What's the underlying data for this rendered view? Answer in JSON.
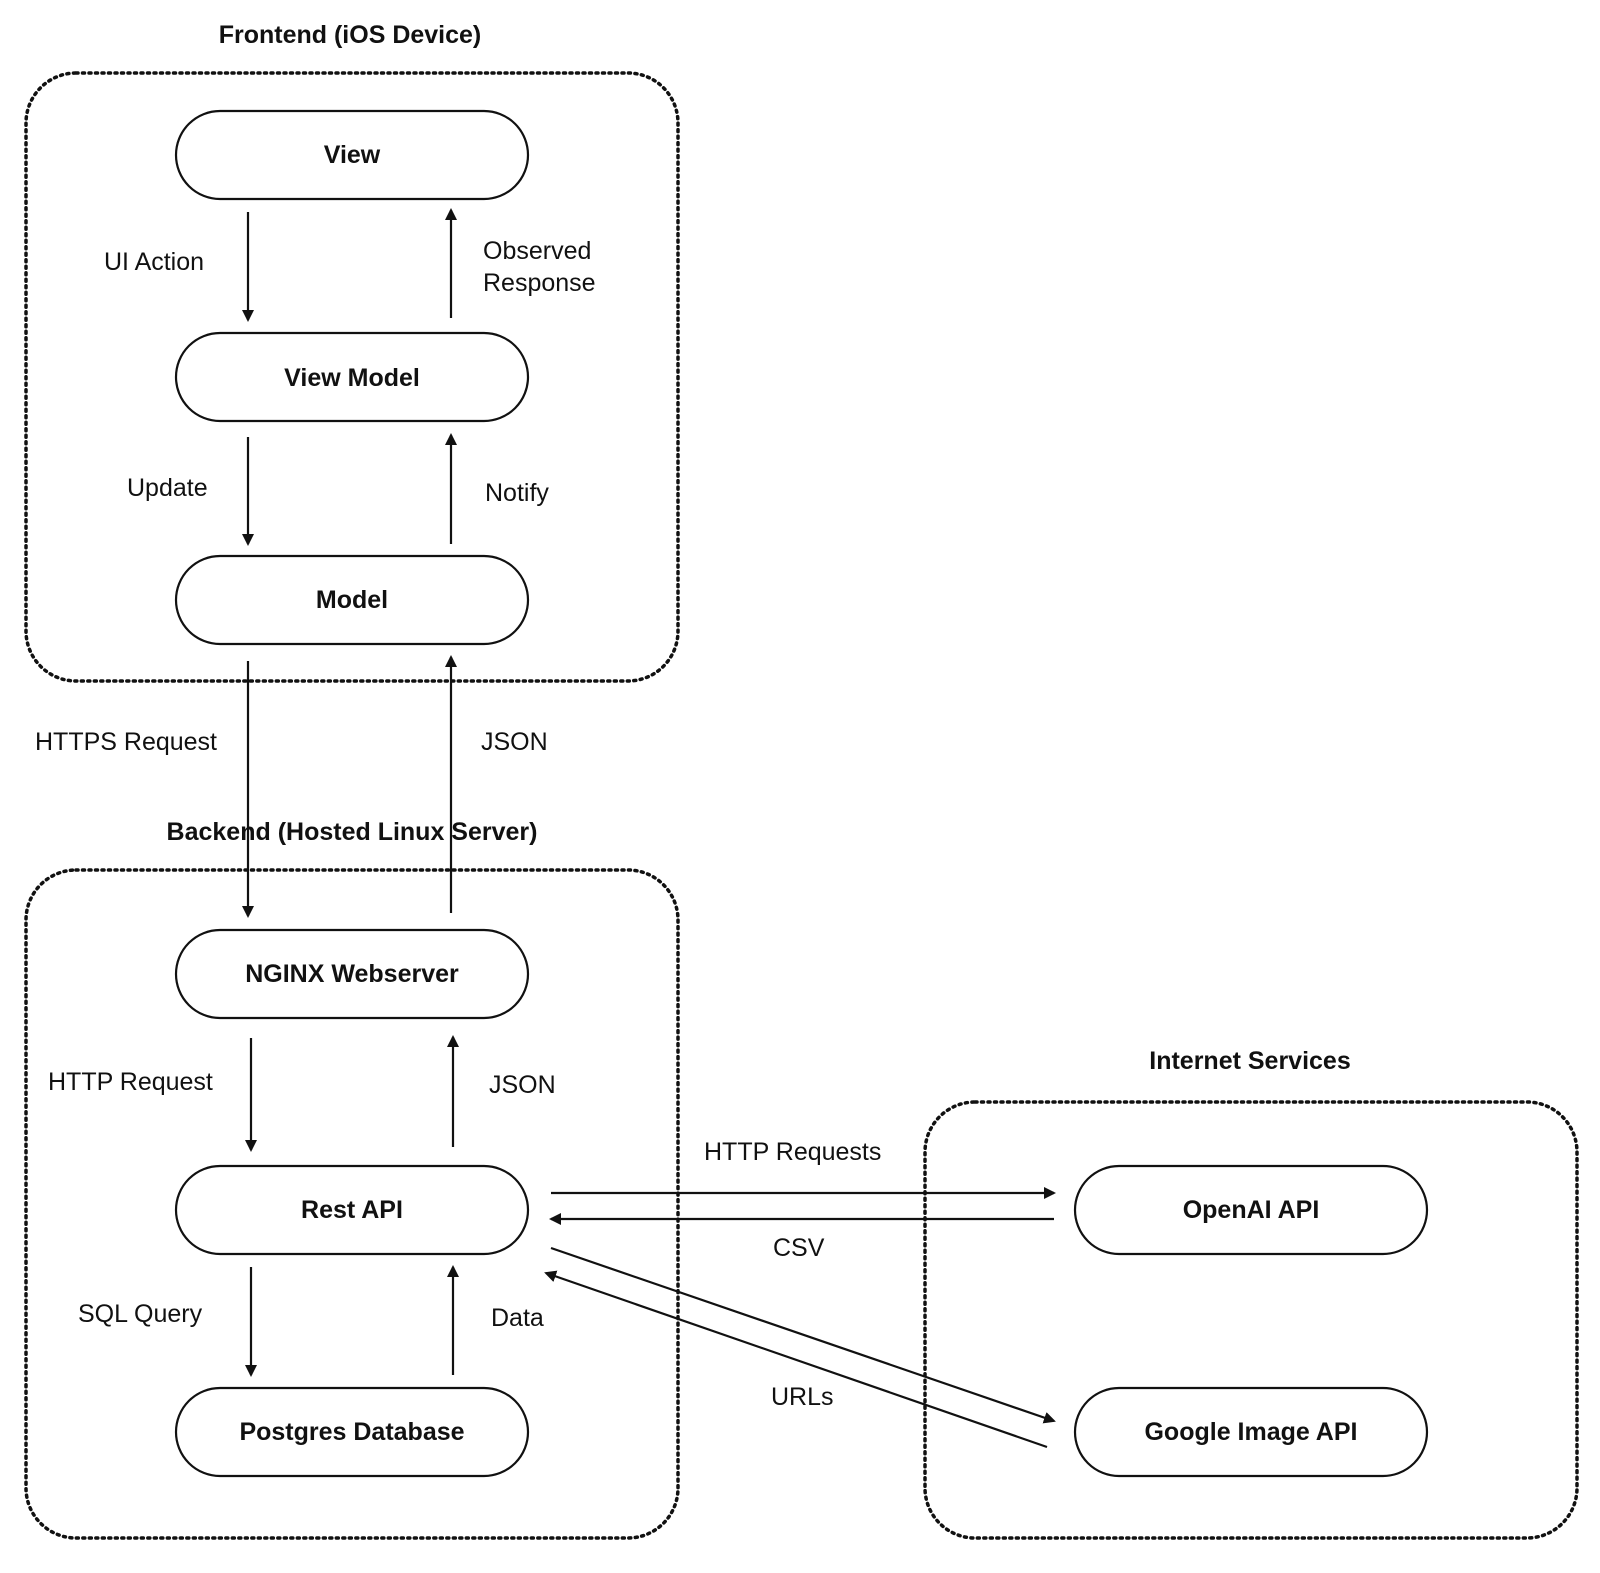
{
  "groups": {
    "frontend": "Frontend (iOS Device)",
    "backend": "Backend (Hosted Linux Server)",
    "internet": "Internet Services"
  },
  "nodes": {
    "view": "View",
    "view_model": "View Model",
    "model": "Model",
    "nginx": "NGINX Webserver",
    "rest_api": "Rest API",
    "postgres": "Postgres Database",
    "openai": "OpenAI API",
    "google_image": "Google Image API"
  },
  "edges": {
    "ui_action": "UI Action",
    "observed_response_line1": "Observed",
    "observed_response_line2": "Response",
    "update": "Update",
    "notify": "Notify",
    "https_request": "HTTPS Request",
    "json_frontend": "JSON",
    "http_request": "HTTP Request",
    "json_backend": "JSON",
    "sql_query": "SQL Query",
    "data": "Data",
    "http_requests": "HTTP Requests",
    "csv": "CSV",
    "urls": "URLs"
  }
}
